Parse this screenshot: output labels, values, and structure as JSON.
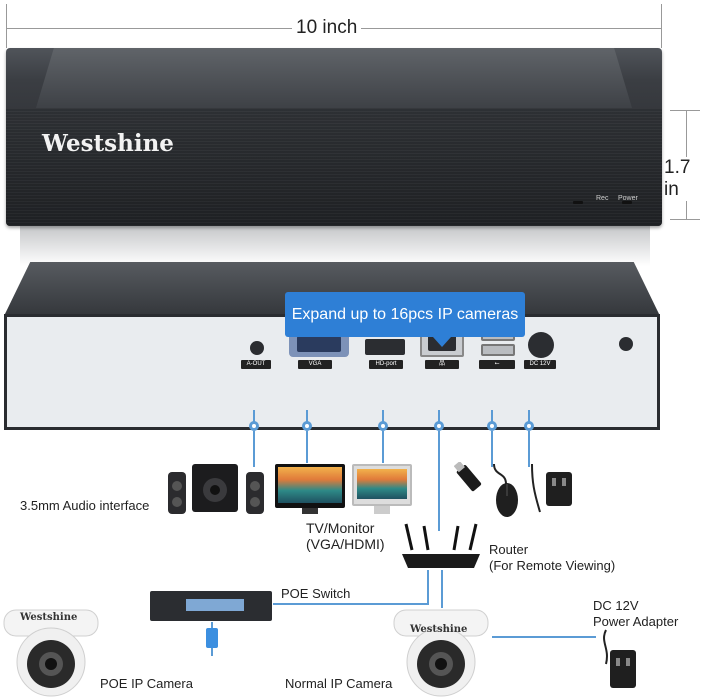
{
  "dimensions": {
    "width_label": "10 inch",
    "height_label": "1.7 in"
  },
  "device": {
    "brand": "Westshine",
    "front_leds": [
      "Rec",
      "Power"
    ]
  },
  "callout": "Expand up to 16pcs IP cameras",
  "ports": {
    "audio": "A-OUT",
    "vga": "VGA",
    "hdmi": "HD-port",
    "lan": "品",
    "usb": "⭠",
    "dc": "DC 12V"
  },
  "labels": {
    "audio": "3.5mm Audio interface",
    "tv_line1": "TV/Monitor",
    "tv_line2": "(VGA/HDMI)",
    "router_line1": "Router",
    "router_line2": "(For Remote Viewing)",
    "poe_switch": "POE Switch",
    "dc_line1": "DC 12V",
    "dc_line2": "Power Adapter",
    "poe_camera": "POE IP Camera",
    "normal_camera": "Normal IP Camera"
  },
  "colors": {
    "accent": "#2e7fd6",
    "connector": "#5b9bd5"
  }
}
